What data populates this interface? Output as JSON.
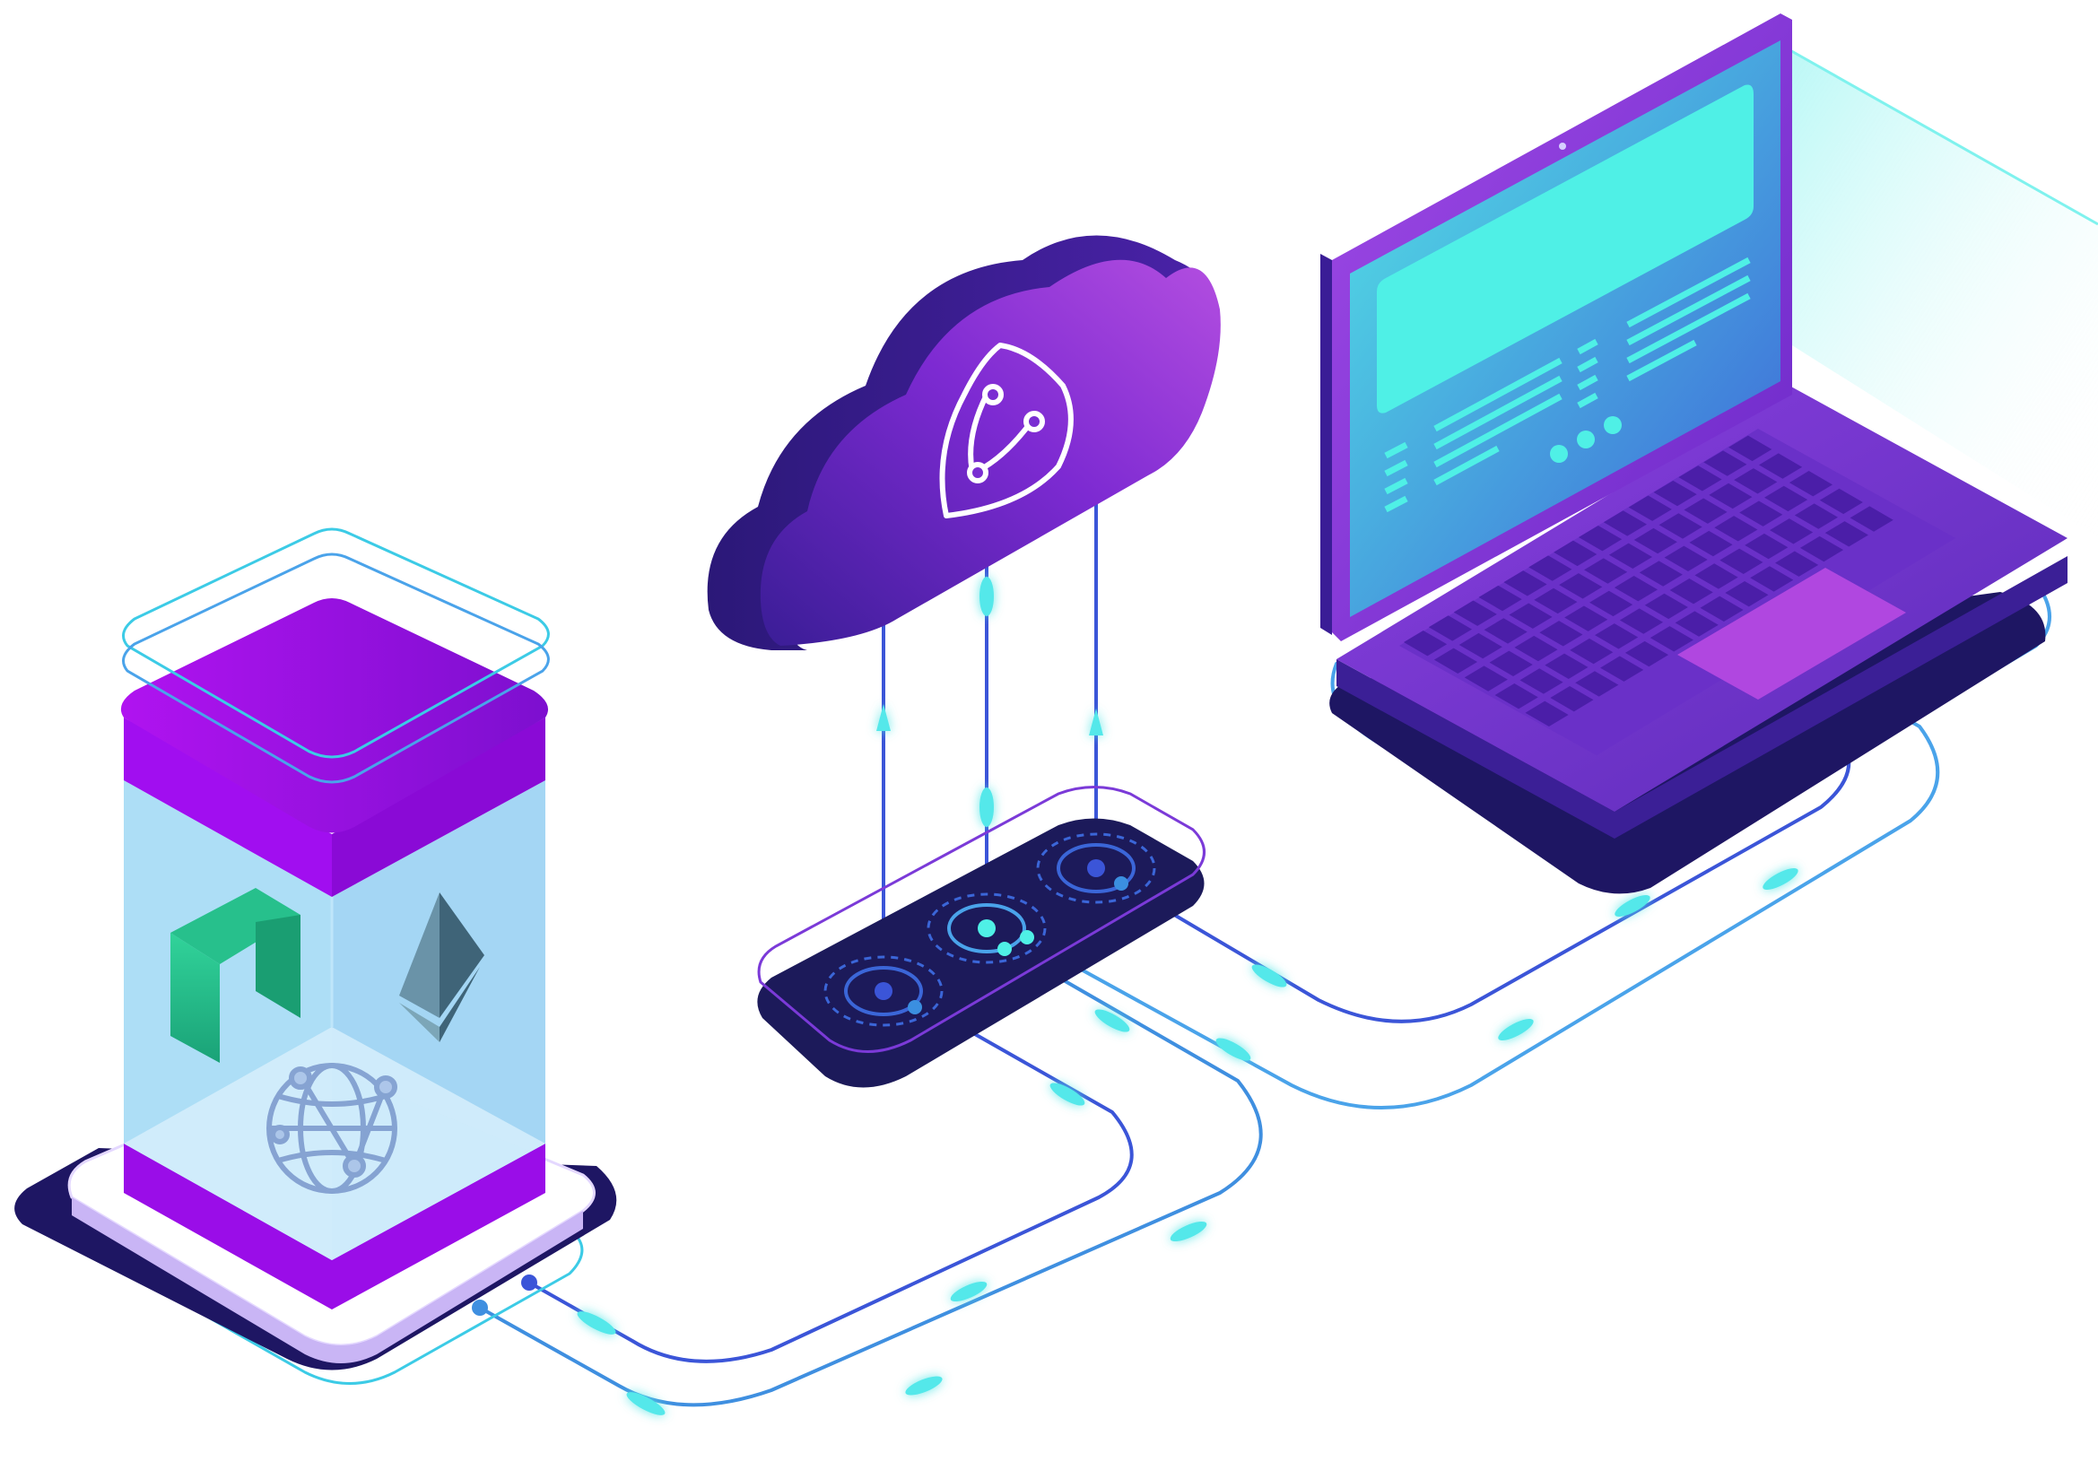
{
  "scene": {
    "nodes": [
      {
        "id": "storage",
        "kind": "transparent-storage-cube",
        "icons": [
          "neo-logo-icon",
          "ethereum-logo-icon",
          "network-globe-icon"
        ]
      },
      {
        "id": "cloud",
        "kind": "cloud",
        "icons": [
          "shield-network-icon"
        ]
      },
      {
        "id": "hub",
        "kind": "connector-platform",
        "ports": 3
      },
      {
        "id": "laptop",
        "kind": "laptop",
        "screen": "code-display"
      }
    ],
    "links": [
      {
        "from": "storage",
        "to": "hub"
      },
      {
        "from": "hub",
        "to": "cloud"
      },
      {
        "from": "hub",
        "to": "laptop"
      }
    ],
    "colors": {
      "purple_light": "#a64ee8",
      "purple": "#8a0fe0",
      "purple_dark": "#3f1f8f",
      "navy": "#1f1660",
      "cyan": "#4ff0e6",
      "blue_line": "#3f7fe0",
      "cube_glass": "#a9dcf6",
      "neo_green": "#2bc48a",
      "eth_gray": "#4a6f8a"
    }
  }
}
